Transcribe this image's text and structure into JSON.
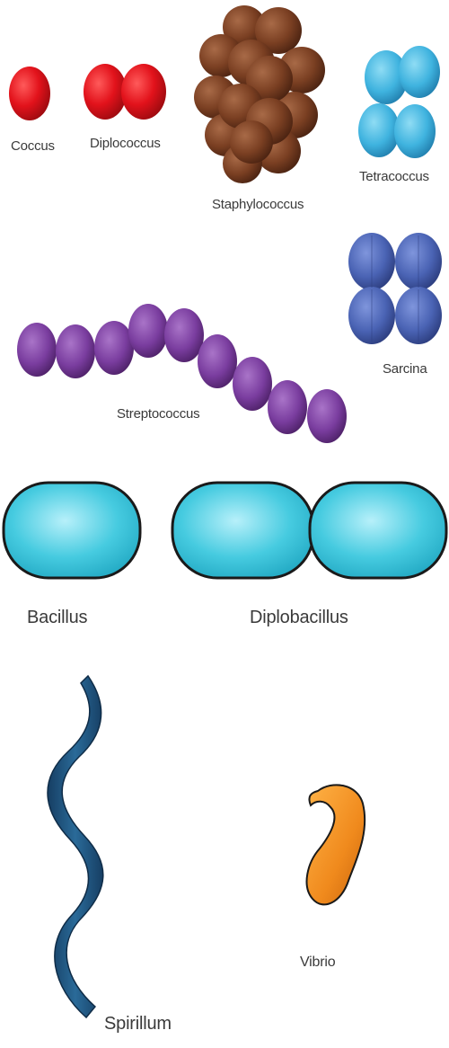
{
  "labels": {
    "coccus": "Coccus",
    "diplococcus": "Diplococcus",
    "staphylococcus": "Staphylococcus",
    "tetracoccus": "Tetracoccus",
    "sarcina": "Sarcina",
    "streptococcus": "Streptococcus",
    "bacillus": "Bacillus",
    "diplobacillus": "Diplobacillus",
    "vibrio": "Vibrio",
    "spirillum": "Spirillum"
  },
  "colors": {
    "coccus": "#d9141c",
    "staphylococcus": "#7a3f22",
    "tetracoccus": "#3fb3df",
    "sarcina": "#4a63b4",
    "streptococcus": "#7a3d9f",
    "bacillus": "#3ec7dc",
    "spirillum": "#1f4f7a",
    "vibrio": "#f08a1d"
  }
}
